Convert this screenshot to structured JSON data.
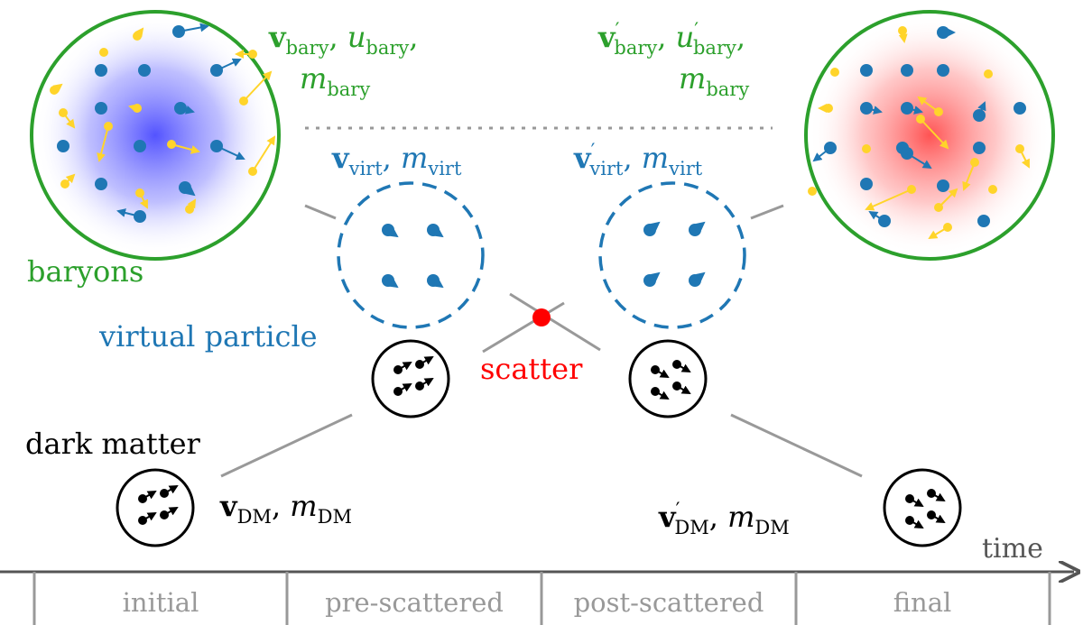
{
  "colors": {
    "baryon_outline": "#2ca02c",
    "virtual_blue": "#1f77b4",
    "dm_black": "#000000",
    "scatter_red": "#ff0000",
    "arrow_yellow": "#ffd42a",
    "phase_gray": "#999999",
    "initial_glow": "#3b3bff",
    "final_glow": "#ff3b3b"
  },
  "labels": {
    "baryons": "baryons",
    "virtual_particle": "virtual particle",
    "dark_matter": "dark matter",
    "scatter": "scatter",
    "time": "time"
  },
  "math": {
    "bary_initial_line1": {
      "v": "v",
      "v_sub": "bary",
      "sep": ", ",
      "u": "u",
      "u_sub": "bary",
      "end": ","
    },
    "bary_initial_line2": {
      "m": "m",
      "m_sub": "bary"
    },
    "bary_final_line1": {
      "v": "v",
      "prime": "′",
      "v_sub": "bary",
      "sep": ", ",
      "u": "u",
      "u_prime": "′",
      "u_sub": "bary",
      "end": ","
    },
    "bary_final_line2": {
      "m": "m",
      "m_sub": "bary"
    },
    "virt_pre": {
      "v": "v",
      "v_sub": "virt",
      "sep": ", ",
      "m": "m",
      "m_sub": "virt"
    },
    "virt_post": {
      "v": "v",
      "prime": "′",
      "v_sub": "virt",
      "sep": ", ",
      "m": "m",
      "m_sub": "virt"
    },
    "dm_initial": {
      "v": "v",
      "v_sub": "DM",
      "sep": ", ",
      "m": "m",
      "m_sub": "DM"
    },
    "dm_final": {
      "v": "v",
      "prime": "′",
      "v_sub": "DM",
      "sep": ", ",
      "m": "m",
      "m_sub": "DM"
    }
  },
  "phases": [
    "initial",
    "pre-scattered",
    "post-scattered",
    "final"
  ]
}
